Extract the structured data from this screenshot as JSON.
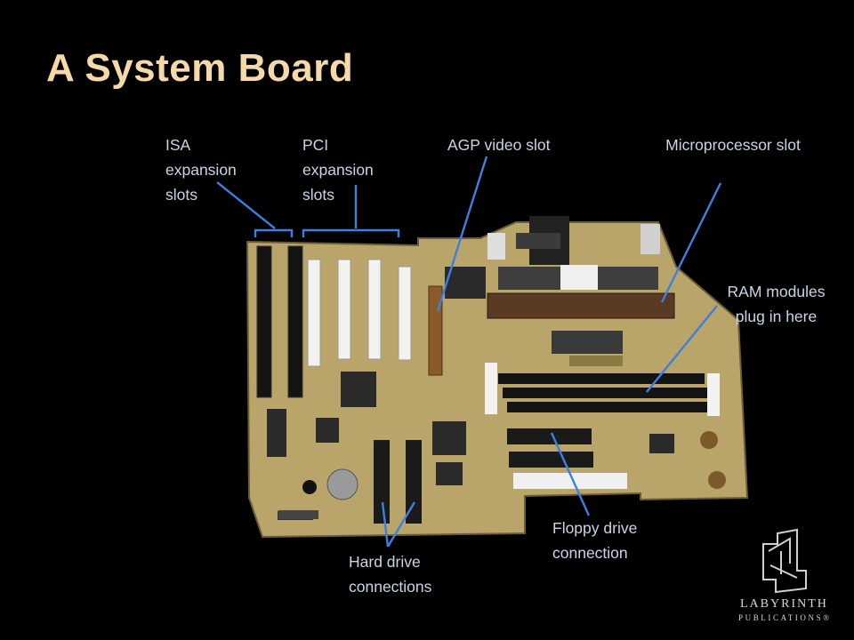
{
  "title": "A System Board",
  "labels": {
    "isa": "ISA expansion slots",
    "pci": "PCI expansion slots",
    "agp": "AGP video slot",
    "cpu": "Microprocessor slot",
    "ram": "RAM modules plug in here",
    "floppy": "Floppy drive connection",
    "hdd": "Hard drive connections"
  },
  "logo": {
    "name": "LABYRINTH",
    "sub": "PUBLICATIONS®"
  },
  "colors": {
    "title": "#f5d9a8",
    "label_text": "#c9d4e6",
    "leader_line": "#3f7fe0",
    "board": "#b9a46a"
  }
}
